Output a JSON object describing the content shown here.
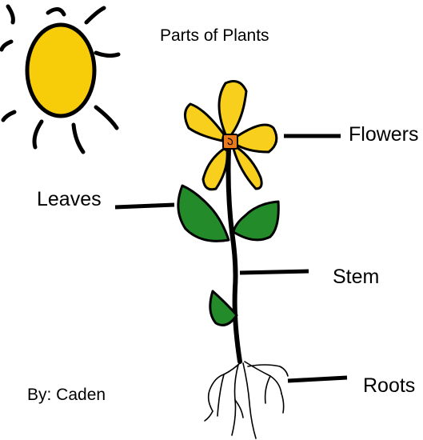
{
  "title": "Parts of Plants",
  "labels": {
    "flowers": "Flowers",
    "leaves": "Leaves",
    "stem": "Stem",
    "roots": "Roots"
  },
  "author": "By: Caden",
  "colors": {
    "sun": "#f7cd0a",
    "petal": "#f8cf1c",
    "flower_center": "#e87a1d",
    "leaf": "#238b2a",
    "outline": "#000000"
  },
  "icons": [
    "sun-icon",
    "flower-icon",
    "leaf-icon",
    "stem-icon",
    "roots-icon"
  ]
}
